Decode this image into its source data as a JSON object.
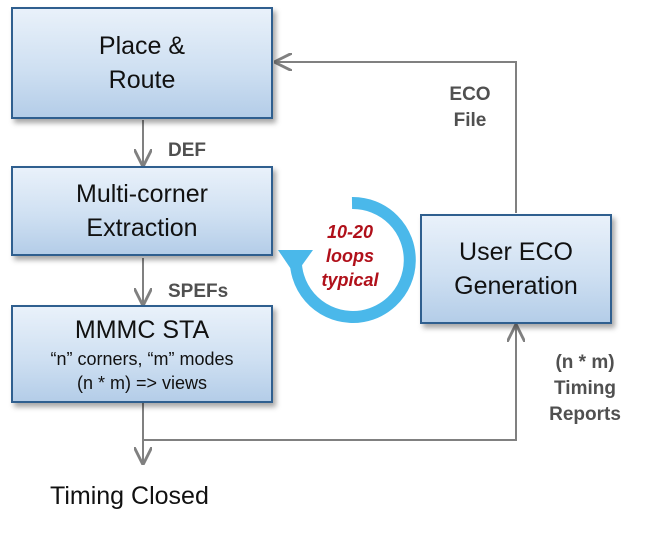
{
  "boxes": {
    "place_route": {
      "line1": "Place &",
      "line2": "Route"
    },
    "extraction": {
      "line1": "Multi-corner",
      "line2": "Extraction"
    },
    "mmmc": {
      "title": "MMMC STA",
      "line1": "“n” corners, “m” modes",
      "line2": "(n * m) =>  views"
    },
    "eco": {
      "line1": "User ECO",
      "line2": "Generation"
    }
  },
  "labels": {
    "def": "DEF",
    "spefs": "SPEFs",
    "eco_file": {
      "line1": "ECO",
      "line2": "File"
    },
    "reports": {
      "line1": "(n * m)",
      "line2": "Timing",
      "line3": "Reports"
    }
  },
  "loop": {
    "line1": "10-20",
    "line2": "loops",
    "line3": "typical"
  },
  "final": "Timing Closed",
  "colors": {
    "box_border": "#2f5f8f",
    "connector": "#808080",
    "loop_arrow": "#4ab8ea",
    "loop_text": "#b0101a"
  }
}
